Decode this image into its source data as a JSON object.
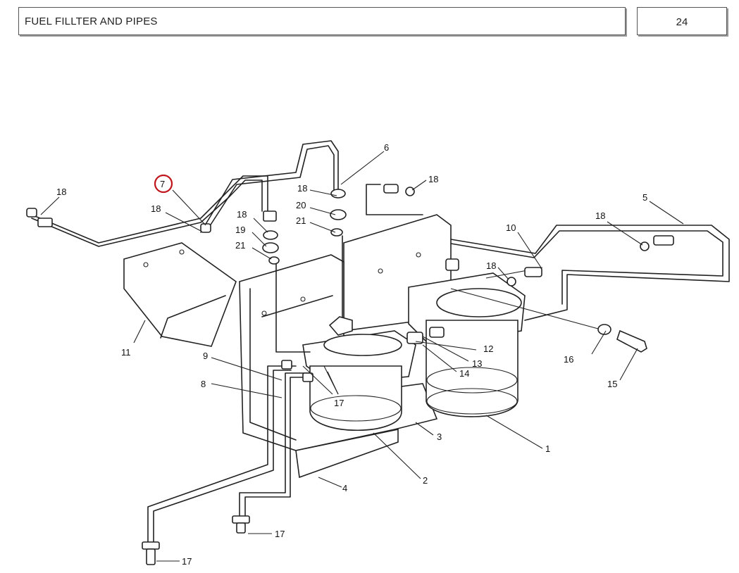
{
  "header": {
    "title": "FUEL FILLTER AND PIPES",
    "page_number": "24"
  },
  "highlight_color": "#c0161c",
  "callouts": {
    "c1": "1",
    "c2": "2",
    "c3": "3",
    "c4": "4",
    "c5": "5",
    "c6": "6",
    "c7": "7",
    "c8": "8",
    "c9": "9",
    "c10": "10",
    "c11": "11",
    "c12": "12",
    "c13": "13",
    "c14": "14",
    "c15": "15",
    "c16": "16",
    "c17a": "17",
    "c17b": "17",
    "c17c": "17",
    "c18a": "18",
    "c18b": "18",
    "c18c": "18",
    "c18d": "18",
    "c18e": "18",
    "c18f": "18",
    "c18g": "18",
    "c19": "19",
    "c20": "20",
    "c21a": "21",
    "c21b": "21"
  }
}
